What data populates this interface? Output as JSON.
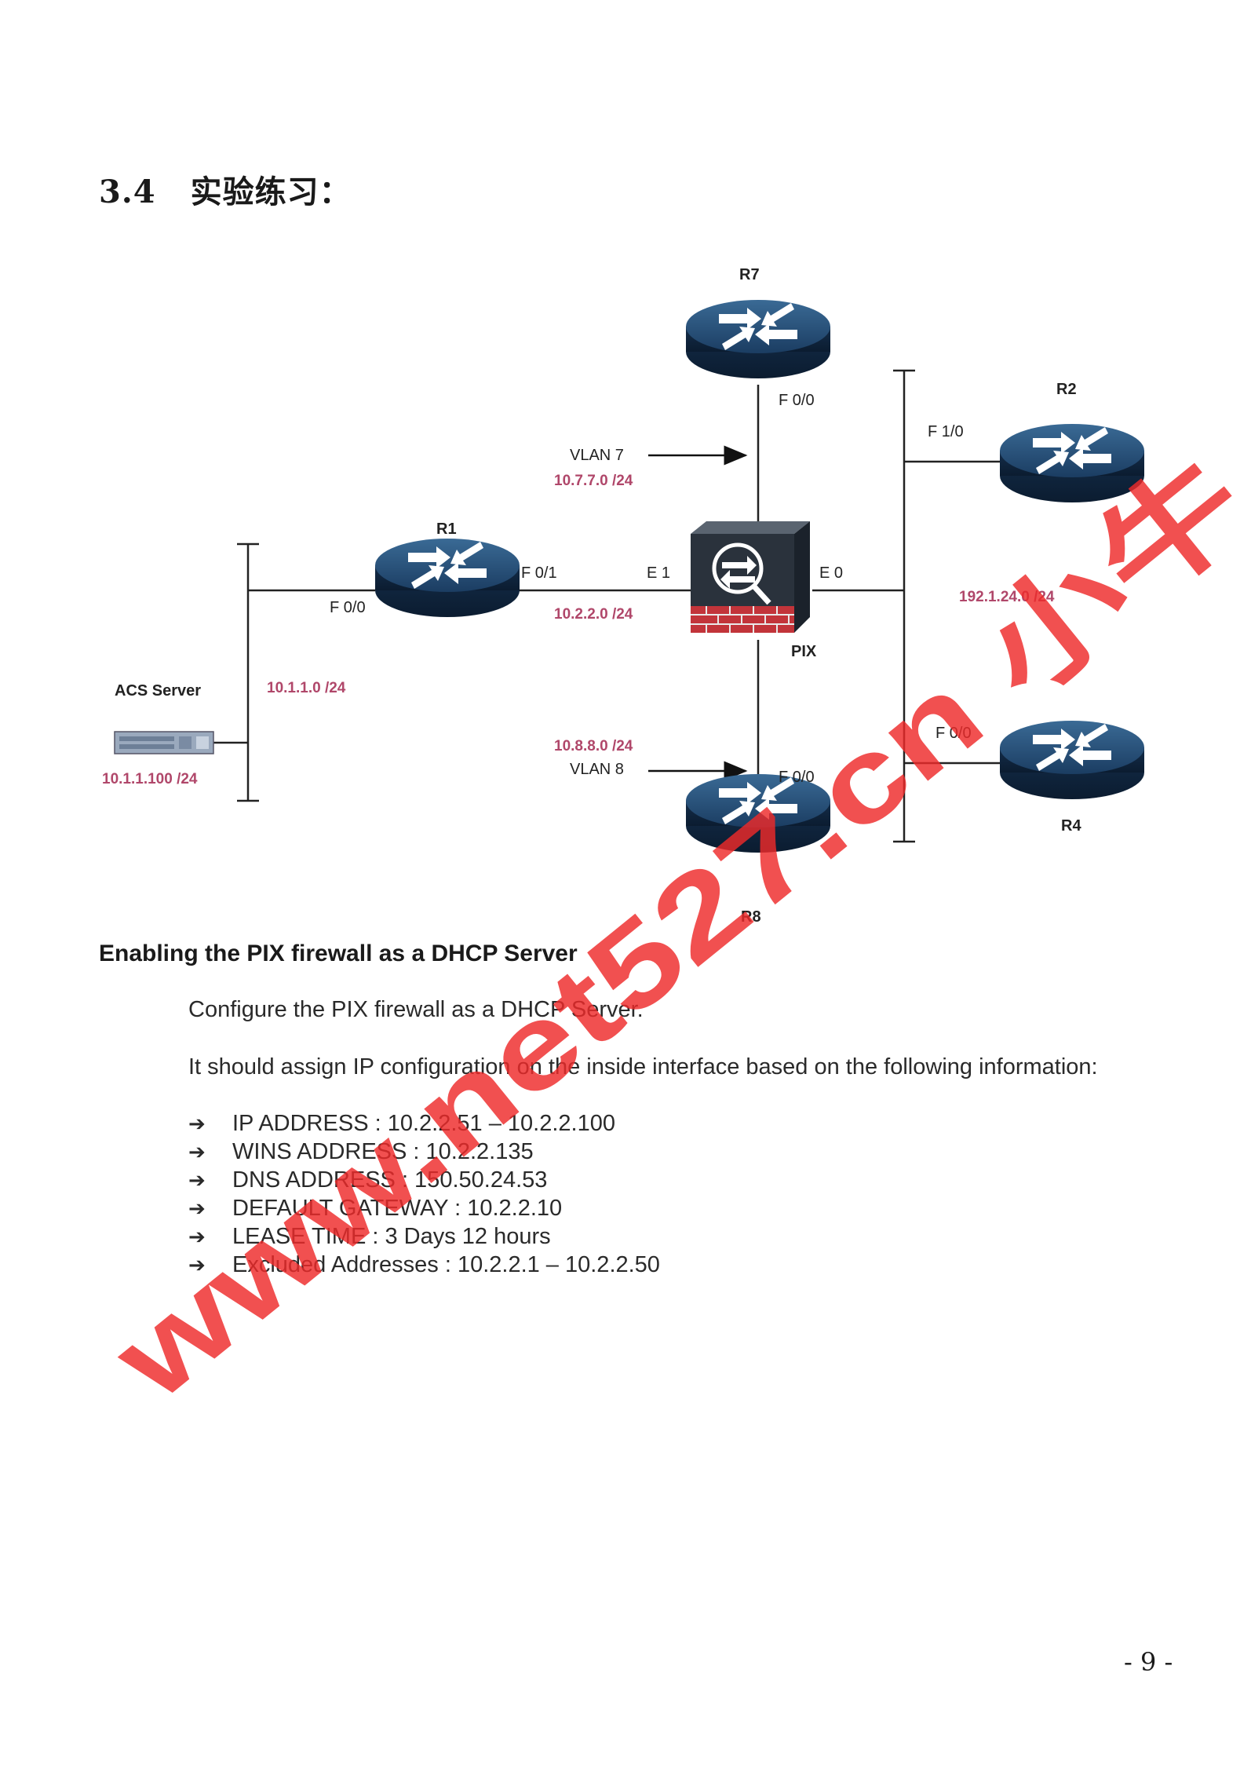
{
  "section": {
    "number": "3.4",
    "title": "实验练习："
  },
  "diagram": {
    "devices": {
      "r7": "R7",
      "r1": "R1",
      "r2": "R2",
      "r4": "R4",
      "r8": "R8",
      "pix": "PIX",
      "acs": "ACS Server"
    },
    "ports": {
      "r7_f00": "F 0/0",
      "r2_f10": "F 1/0",
      "r1_f01": "F 0/1",
      "r1_f00": "F 0/0",
      "pix_e1": "E 1",
      "pix_e0": "E 0",
      "r4_f00": "F 0/0",
      "r8_f00": "F 0/0"
    },
    "networks": {
      "vlan7": "VLAN 7",
      "vlan7_net": "10.7.7.0 /24",
      "r1_pix_net": "10.2.2.0 /24",
      "r1_acs_net": "10.1.1.0 /24",
      "acs_ip": "10.1.1.100 /24",
      "outside_net": "192.1.24.0 /24",
      "vlan8_net": "10.8.8.0 /24",
      "vlan8": "VLAN 8"
    }
  },
  "content": {
    "heading": "Enabling the PIX firewall as a DHCP Server",
    "paragraph1": "Configure the PIX firewall as a DHCP Server.",
    "paragraph2": "It should assign IP configuration on the inside interface based on the following information:",
    "bullet_symbol": "➔",
    "bullets": [
      "IP ADDRESS : 10.2.2.51 – 10.2.2.100",
      "WINS ADDRESS : 10.2.2.135",
      "DNS ADDRESS : 150.50.24.53",
      "DEFAULT GATEWAY : 10.2.2.10",
      "LEASE TIME : 3 Days 12 hours",
      "Excluded Addresses : 10.2.2.1 – 10.2.2.50"
    ]
  },
  "page_number": "- 9 -",
  "watermark": {
    "text": "www.net527.cn 小牛",
    "color": "#ee2a2a"
  },
  "colors": {
    "router_body": "#1d3a5c",
    "network_label": "#b0476a",
    "firewall_brick": "#c2343a"
  }
}
